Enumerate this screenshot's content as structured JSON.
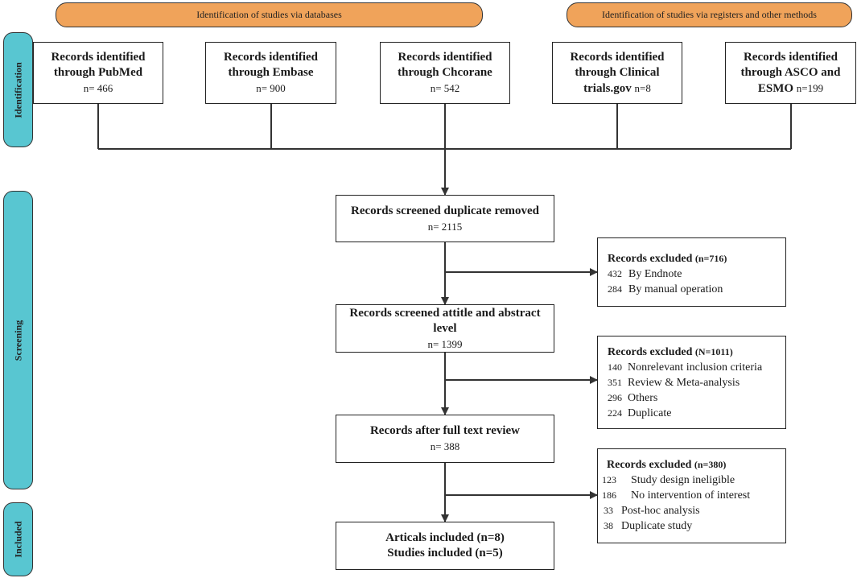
{
  "banners": {
    "databases": "Identification of studies via databases",
    "registers": "Identification of studies via registers and other methods"
  },
  "phases": {
    "identification": "Identification",
    "screening": "Screening",
    "included": "Included"
  },
  "sources": [
    {
      "title_line1": "Records identified",
      "title_line2": "through PubMed",
      "count": "n= 466"
    },
    {
      "title_line1": "Records identified",
      "title_line2": "through Embase",
      "count": "n= 900"
    },
    {
      "title_line1": "Records identified",
      "title_line2": "through Chcorane",
      "count": "n= 542"
    },
    {
      "title_line1": "Records identified",
      "title_line2": "through Clinical",
      "title_line3": "trials.gov",
      "count": "n=8"
    },
    {
      "title_line1": "Records identified",
      "title_line2": "through ASCO and",
      "title_line3": "ESMO",
      "count": "n=199"
    }
  ],
  "flow": {
    "dup_removed": {
      "title": "Records screened duplicate removed",
      "count": "n= 2115"
    },
    "abstract": {
      "title": "Records screened attitle and abstract level",
      "count": "n= 1399"
    },
    "fulltext": {
      "title": "Records after full text review",
      "count": "n= 388"
    },
    "included": {
      "line1": "Articals included (n=8)",
      "line2": "Studies included (n=5)"
    }
  },
  "exclusions": [
    {
      "title": "Records excluded ",
      "count": "(n=716)",
      "items": [
        {
          "num": "432",
          "label": "By Endnote"
        },
        {
          "num": "284",
          "label": "By manual operation"
        }
      ]
    },
    {
      "title": "Records excluded ",
      "count": "(N=1011)",
      "items": [
        {
          "num": "140",
          "label": "Nonrelevant inclusion criteria"
        },
        {
          "num": "351",
          "label": "Review & Meta-analysis"
        },
        {
          "num": "296",
          "label": "Others"
        },
        {
          "num": "224",
          "label": "Duplicate"
        }
      ]
    },
    {
      "title": "Records excluded ",
      "count": "(n=380)",
      "items": [
        {
          "num": "123",
          "label": "Study design ineligible"
        },
        {
          "num": "186",
          "label": "No intervention of interest"
        },
        {
          "num": "33",
          "label": "Post-hoc analysis"
        },
        {
          "num": "38",
          "label": "Duplicate study"
        }
      ]
    }
  ]
}
